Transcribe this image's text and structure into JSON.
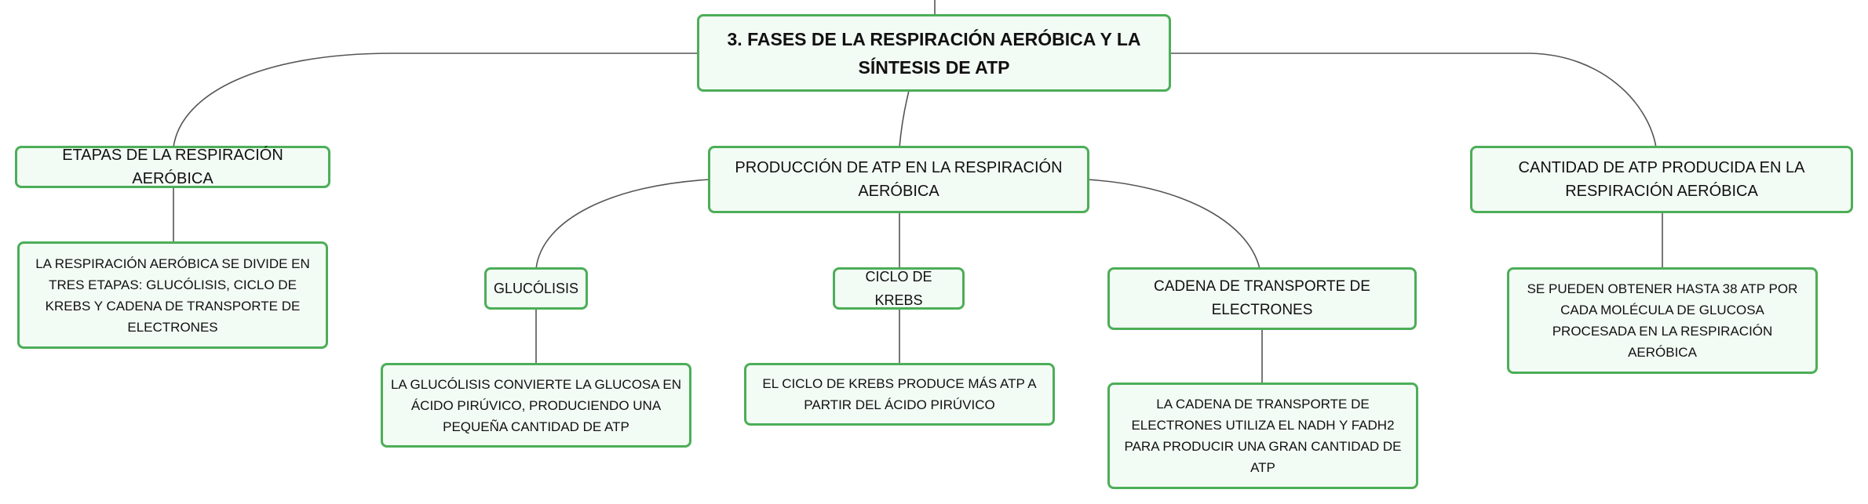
{
  "root": {
    "title": "3. FASES DE LA RESPIRACIÓN AERÓBICA Y LA SÍNTESIS DE ATP"
  },
  "branches": {
    "etapas": "ETAPAS DE LA RESPIRACIÓN AERÓBICA",
    "produccion": "PRODUCCIÓN DE ATP EN LA RESPIRACIÓN AERÓBICA",
    "cantidad": "CANTIDAD DE ATP PRODUCIDA EN LA RESPIRACIÓN AERÓBICA",
    "glucolisis": "GLUCÓLISIS",
    "krebs": "CICLO DE KREBS",
    "cadena": "CADENA DE TRANSPORTE DE ELECTRONES"
  },
  "leaves": {
    "etapas": "LA RESPIRACIÓN AERÓBICA SE DIVIDE EN TRES ETAPAS: GLUCÓLISIS, CICLO DE KREBS Y CADENA DE TRANSPORTE DE ELECTRONES",
    "glucolisis": "LA GLUCÓLISIS CONVIERTE LA GLUCOSA EN ÁCIDO PIRÚVICO, PRODUCIENDO UNA PEQUEÑA CANTIDAD DE ATP",
    "krebs": "EL CICLO DE KREBS PRODUCE MÁS ATP A PARTIR DEL ÁCIDO PIRÚVICO",
    "cadena": "LA CADENA DE TRANSPORTE DE ELECTRONES UTILIZA EL NADH Y FADH2 PARA PRODUCIR UNA GRAN CANTIDAD DE ATP",
    "cantidad": "SE PUEDEN OBTENER HASTA 38 ATP POR CADA MOLÉCULA DE GLUCOSA PROCESADA EN LA RESPIRACIÓN AERÓBICA"
  },
  "colors": {
    "node_border": "#4cae58",
    "node_fill": "#f3fbf5",
    "connector": "#555555"
  }
}
